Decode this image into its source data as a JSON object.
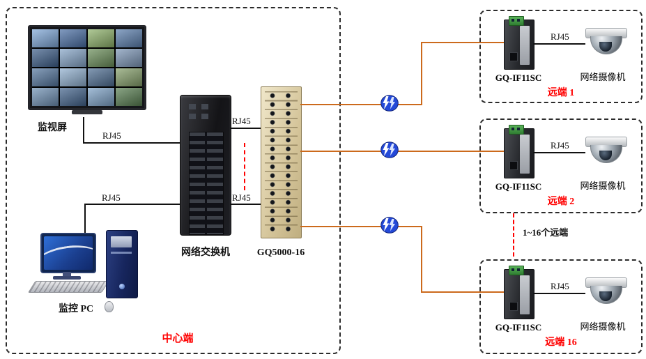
{
  "labels": {
    "rj45": "RJ45",
    "ellipsis": "1~16个远端"
  },
  "center": {
    "title": "中心端",
    "monitor": "监视屏",
    "switch": "网络交换机",
    "rack": "GQ5000-16",
    "pc": "监控 PC"
  },
  "remotes": [
    {
      "title": "远端 1",
      "converter": "GQ-IF11SC",
      "camera": "网络摄像机"
    },
    {
      "title": "远端 2",
      "converter": "GQ-IF11SC",
      "camera": "网络摄像机"
    },
    {
      "title": "远端 16",
      "converter": "GQ-IF11SC",
      "camera": "网络摄像机"
    }
  ],
  "colors": {
    "fiber": "#CC6A1C",
    "accent_red": "#FF0000",
    "bolt_blue": "#2449D8"
  }
}
